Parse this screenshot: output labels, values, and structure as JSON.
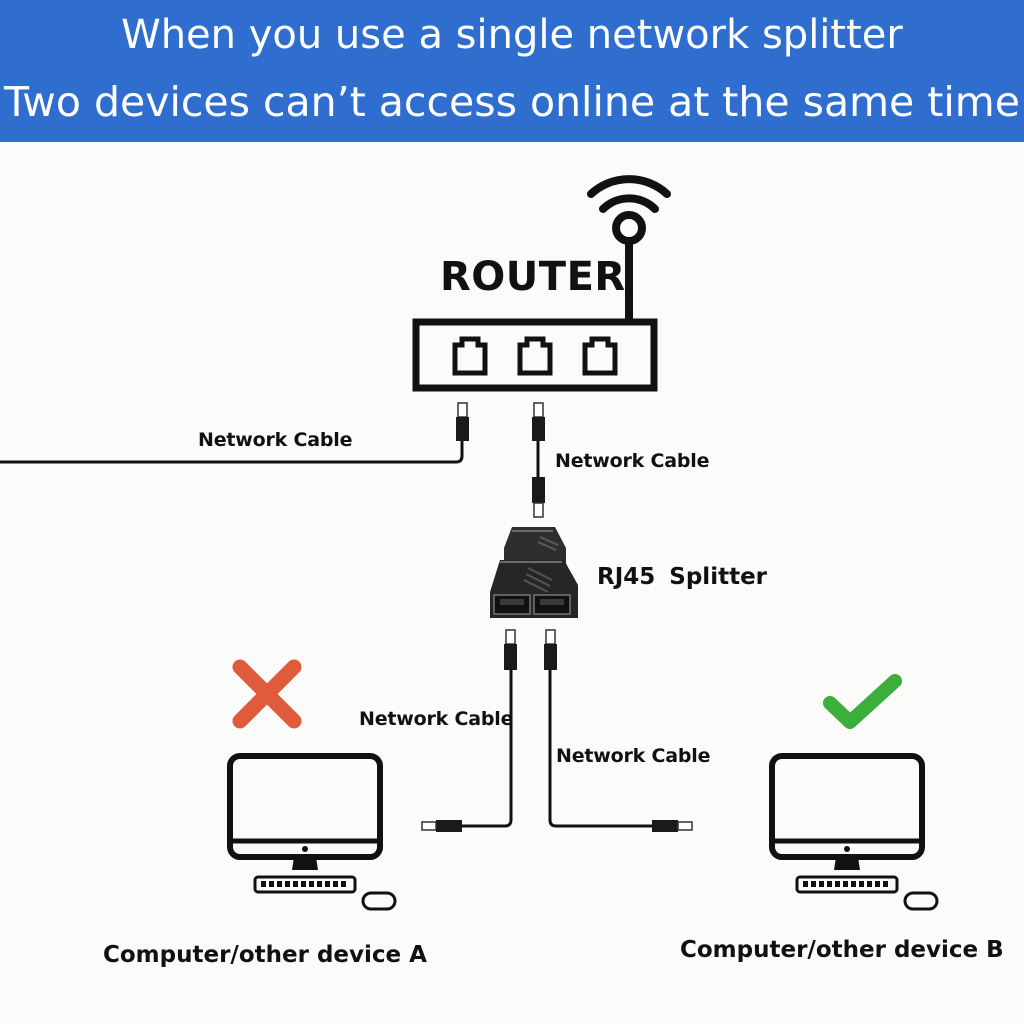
{
  "banner": {
    "line1": "When you use a single network splitter",
    "line2": "Two devices can’t access online at the same time",
    "background_color": "#2f6ecf"
  },
  "router": {
    "title": "ROUTER",
    "port_count": 3
  },
  "cables": {
    "wan_label": "Network Cable",
    "router_to_splitter_label": "Network Cable",
    "splitter_to_a_label": "Network Cable",
    "splitter_to_b_label": "Network Cable"
  },
  "splitter": {
    "label": "RJ45  Splitter"
  },
  "devices": {
    "a": {
      "label": "Computer/other device A",
      "status": "cross-icon",
      "status_color": "#e05a3c"
    },
    "b": {
      "label": "Computer/other device B",
      "status": "check-icon",
      "status_color": "#3cae3c"
    }
  }
}
